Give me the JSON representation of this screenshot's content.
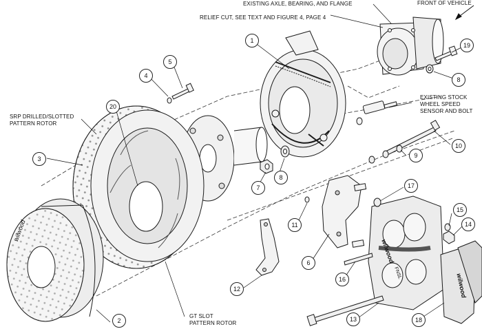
{
  "diagram": {
    "title_labels": {
      "front": "FRONT OF VEHICLE",
      "axle": "EXISTING AXLE, BEARING, AND FLANGE",
      "relief": "RELIEF CUT, SEE TEXT AND FIGURE 4, PAGE 4",
      "sensor_line1": "EXISTING STOCK",
      "sensor_line2": "WHEEL SPEED",
      "sensor_line3": "SENSOR AND BOLT",
      "srp_line1": "SRP DRILLED/SLOTTED",
      "srp_line2": "PATTERN ROTOR",
      "gt_line1": "GT SLOT",
      "gt_line2": "PATTERN ROTOR"
    },
    "part_text": {
      "drum_brand": "wilwood",
      "caliper_brand": "wilwood",
      "caliper_model": "FNSL",
      "pad_brand": "wilwood"
    },
    "callouts": [
      "1",
      "2",
      "3",
      "4",
      "5",
      "6",
      "7",
      "8",
      "8",
      "9",
      "10",
      "11",
      "12",
      "13",
      "14",
      "15",
      "16",
      "17",
      "18",
      "19",
      "20"
    ],
    "colors": {
      "line": "#1a1a1a",
      "part_fill": "#f2f2f2",
      "shade": "#d9d9d9",
      "dark": "#9a9a9a"
    }
  }
}
